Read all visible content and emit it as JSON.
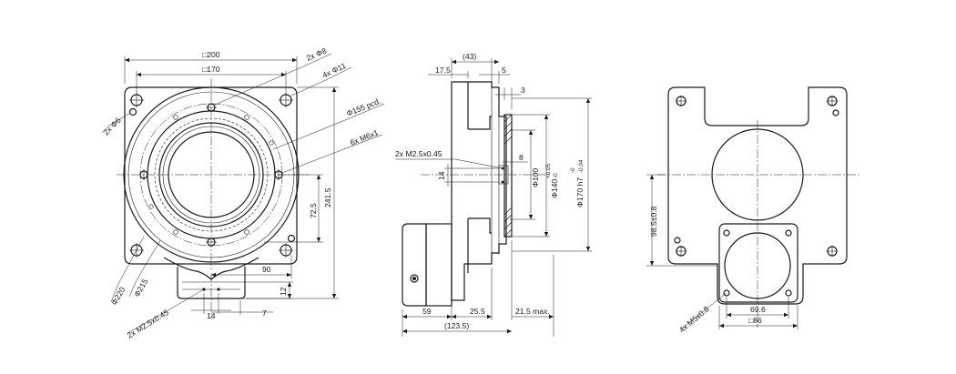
{
  "front_view": {
    "dim_outer_square": "□200",
    "dim_inner_square": "□170",
    "hole_pins": "2x Φ8",
    "hole_corner": "4x Φ11",
    "hole_dowel": "2x Φ6",
    "pcd": "Φ155 pcd.",
    "thread_top": "6x M6x1",
    "dim_72_5": "72.5",
    "dim_241_5": "241.5",
    "dim_90": "90",
    "dim_12": "12",
    "dim_7": "7",
    "dim_14": "14",
    "dia_220": "Φ220",
    "dia_215": "Φ215",
    "thread_bottom": "2x M2.5x0.45"
  },
  "side_view": {
    "dim_43": "(43)",
    "dim_17_5": "17.5",
    "dim_5": "5",
    "dim_3": "3",
    "thread": "2x M2.5x0.45",
    "dim_8": "8",
    "dim_14": "14",
    "dia_100": "Φ100",
    "dia_140": "Φ140",
    "dia_140_tol_upper": "+0.05",
    "dia_140_tol_lower": "-0",
    "dia_170": "Φ170 h7",
    "dia_170_tol_upper": "-0",
    "dia_170_tol_lower": "-0.04",
    "dim_59": "59",
    "dim_25_5": "25.5",
    "dim_21_5": "21.5 max.",
    "dim_123_5": "(123.5)"
  },
  "rear_view": {
    "dim_98_5": "98.5±0.8",
    "thread": "4x M5x0.8",
    "dim_69_6": "69.6",
    "dim_86": "□86"
  }
}
